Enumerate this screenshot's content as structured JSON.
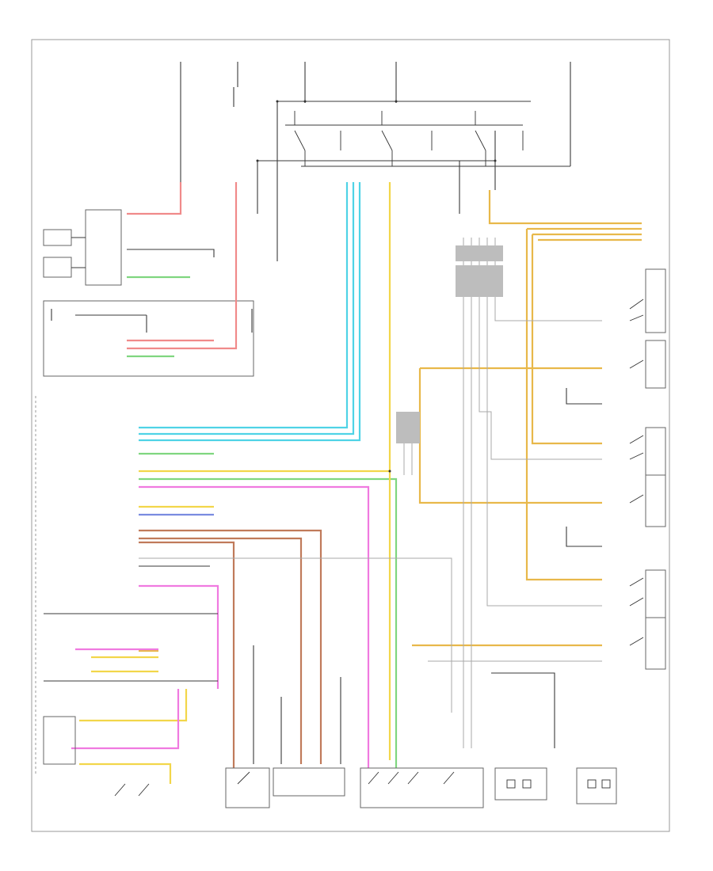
{
  "diagram": {
    "page_id": "",
    "blocks": [
      {
        "id": "body-control-module",
        "label": ""
      },
      {
        "id": "liftgate-latch-assembly",
        "label": ""
      },
      {
        "id": "driver-door-lock-switch",
        "label": ""
      },
      {
        "id": "passenger-door-lock-switch",
        "label": ""
      },
      {
        "id": "fuel-door-release-actuator",
        "label": ""
      }
    ]
  },
  "colors": {
    "red": "#f08a8a",
    "cyan": "#4fd3e6",
    "teal": "#3fb8b0",
    "yellow": "#f2d64a",
    "orange": "#e8b84a",
    "green": "#7fd67f",
    "pink": "#f07ae0",
    "magenta": "#e070c8",
    "brown": "#c07a5a",
    "blue": "#7a8ce0",
    "gray": "#aaaaaa",
    "black": "#3a3a3a"
  }
}
